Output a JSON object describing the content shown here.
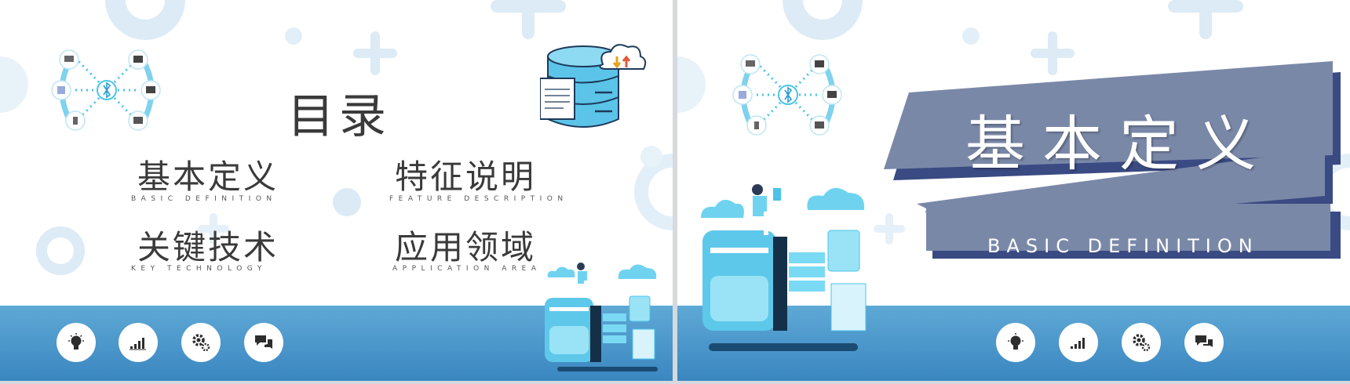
{
  "colors": {
    "accent_blue": "#4da6d9",
    "band_blue": "#3a86c0",
    "banner_slate": "#7a88a8",
    "banner_shadow": "#3a4a82",
    "text_dark": "#3a3a3a",
    "light_decor": "#dcebf5"
  },
  "slide1": {
    "title": "目录",
    "items": [
      {
        "cn": "基本定义",
        "en": "BASIC DEFINITION"
      },
      {
        "cn": "特征说明",
        "en": "FEATURE DESCRIPTION"
      },
      {
        "cn": "关键技术",
        "en": "KEY TECHNOLOGY"
      },
      {
        "cn": "应用领域",
        "en": "APPLICATION AREA"
      }
    ],
    "bottom_icons": [
      "lightbulb-icon",
      "signal-bars-icon",
      "gears-icon",
      "chat-bubbles-icon"
    ]
  },
  "slide2": {
    "title": "基本定义",
    "subtitle": "BASIC DEFINITION",
    "bottom_icons": [
      "lightbulb-icon",
      "signal-bars-icon",
      "gears-icon",
      "chat-bubbles-icon"
    ]
  }
}
